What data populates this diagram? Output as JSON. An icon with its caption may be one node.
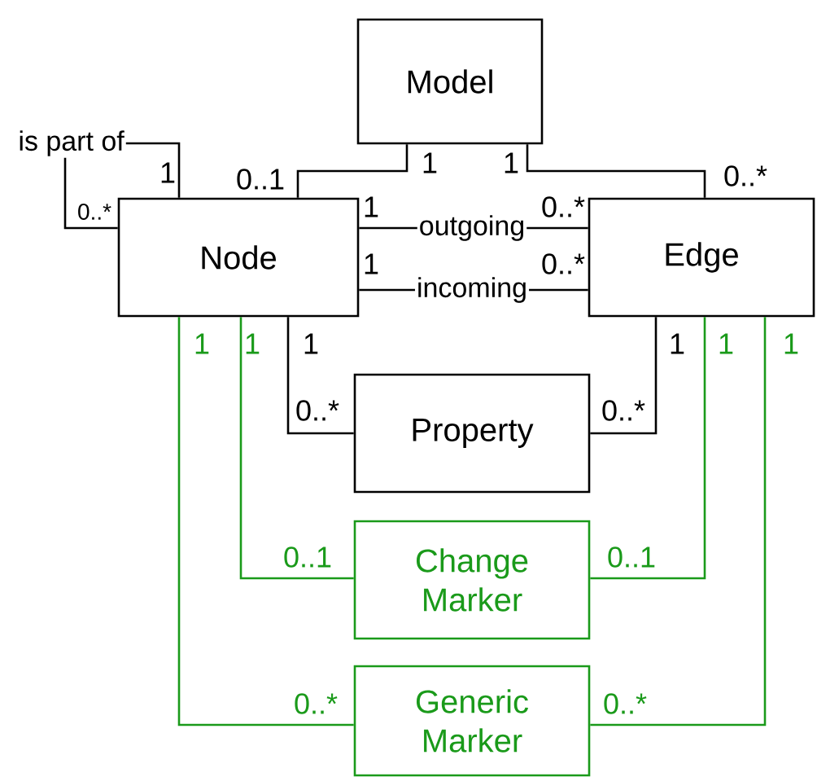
{
  "diagram": {
    "nodes": [
      {
        "text": [
          "Model"
        ]
      },
      {
        "text": [
          "Node"
        ]
      },
      {
        "text": [
          "Edge"
        ]
      },
      {
        "text": [
          "Property"
        ]
      },
      {
        "text": [
          "Change Marker"
        ]
      },
      {
        "text": [
          "Generic Marker"
        ]
      }
    ],
    "edges": [
      {
        "from": 0,
        "to": 1,
        "arrow": "none"
      },
      {
        "from": 0,
        "to": 2,
        "arrow": "none"
      },
      {
        "from": 1,
        "to": 1,
        "arrow": "none",
        "label": "is part of"
      },
      {
        "from": 1,
        "to": 2,
        "arrow": "none",
        "label": "outgoing"
      },
      {
        "from": 1,
        "to": 2,
        "arrow": "none",
        "label": "incoming"
      },
      {
        "from": 1,
        "to": 3,
        "arrow": "none"
      },
      {
        "from": 2,
        "to": 3,
        "arrow": "none"
      },
      {
        "from": 1,
        "to": 4,
        "arrow": "none",
        "color": "#1a9a1a"
      },
      {
        "from": 2,
        "to": 4,
        "arrow": "none",
        "color": "#1a9a1a"
      },
      {
        "from": 1,
        "to": 5,
        "arrow": "none",
        "color": "#1a9a1a"
      },
      {
        "from": 2,
        "to": 5,
        "arrow": "none",
        "color": "#1a9a1a"
      }
    ],
    "labels": [
      "1",
      "1",
      "1",
      "0..1",
      "0..*",
      "0..*",
      "1",
      "0..*",
      "1",
      "0..*",
      "1",
      "1",
      "1",
      "1",
      "1",
      "1",
      "0..*",
      "0..*",
      "0..1",
      "0..1",
      "0..*",
      "0..*"
    ]
  }
}
